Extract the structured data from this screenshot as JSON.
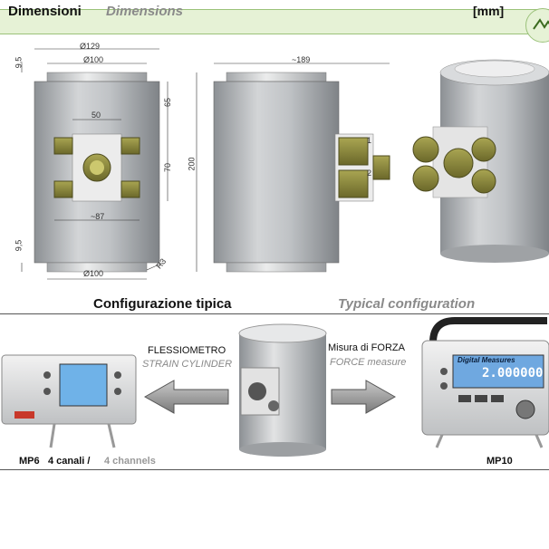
{
  "header": {
    "title_it": "Dimensioni",
    "title_en": "Dimensions",
    "unit": "[mm]"
  },
  "dimensions": {
    "front": {
      "d_outer": "Ø129",
      "d_top": "Ø100",
      "h_flange_top": "9,5",
      "h_upper": "65",
      "box_width": "50",
      "h_mid": "70",
      "width_87": "~87",
      "h_flange_bottom": "9,5",
      "d_bottom": "Ø100",
      "radius": "R3"
    },
    "side": {
      "length": "~189",
      "height": "200",
      "connector_1": "1",
      "connector_2": "2"
    }
  },
  "configuration": {
    "title_it": "Configurazione tipica",
    "title_en": "Typical configuration"
  },
  "instruments": {
    "left_name": "MP6",
    "left_channels_it": "4 canali /",
    "left_channels_en": "4 channels",
    "right_name": "MP10",
    "sensor_it": "FLESSIOMETRO",
    "sensor_en": "STRAIN CYLINDER",
    "measure_it": "Misura di FORZA",
    "measure_en": "FORCE measure",
    "mp10_screen_title": "Digital Measures",
    "mp10_screen_value": "2.000000"
  },
  "colors": {
    "header_bg": "#e6f2d6",
    "header_border": "#9bc27a",
    "cylinder": "#b9bcbf",
    "box": "#e9e9e9",
    "connector": "#8d8a3e"
  }
}
